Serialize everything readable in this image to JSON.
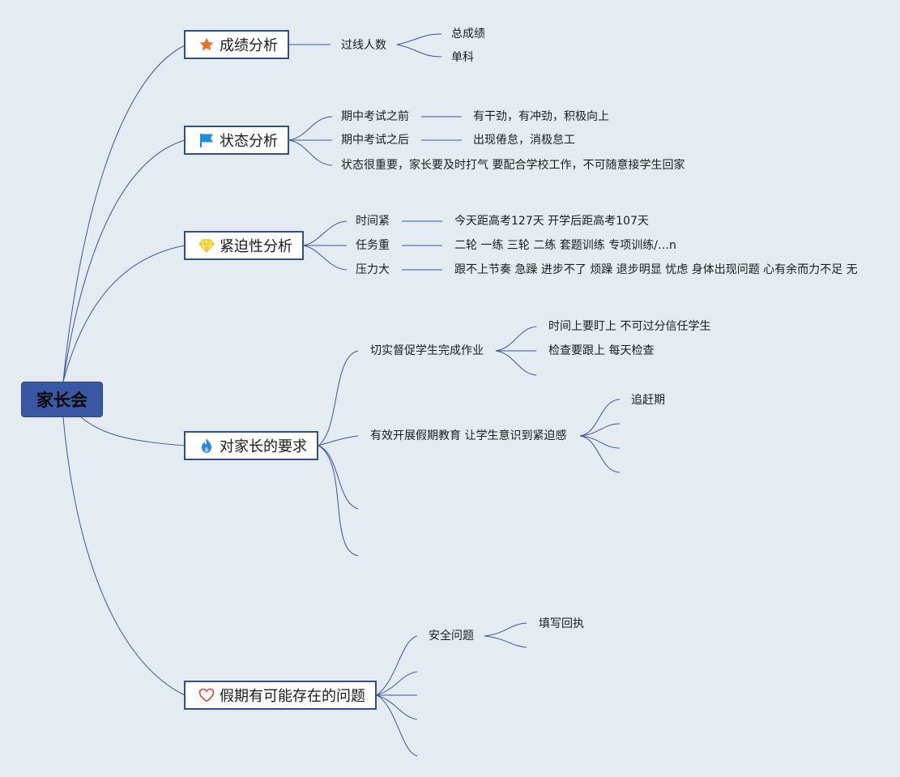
{
  "root": {
    "label": "家长会"
  },
  "branches": {
    "score": {
      "label": "成绩分析",
      "icon": "star-icon",
      "items": {
        "pass_count": "过线人数",
        "total": "总成绩",
        "single": "单科"
      }
    },
    "state": {
      "label": "状态分析",
      "icon": "flag-icon",
      "items": {
        "before_mid": "期中考试之前",
        "before_mid_detail": "有干劲，有冲劲，积极向上",
        "after_mid": "期中考试之后",
        "after_mid_detail": "出现倦怠，消极怠工",
        "importance": "状态很重要，家长要及时打气 要配合学校工作，不可随意接学生回家"
      }
    },
    "urgency": {
      "label": "紧迫性分析",
      "icon": "diamond-icon",
      "items": {
        "time": "时间紧",
        "time_detail": "今天距高考127天 开学后距高考107天",
        "task": "任务重",
        "task_detail": "二轮 一练 三轮 二练 套题训练 专项训练/…n",
        "pressure": "压力大",
        "pressure_detail": "跟不上节奏 急躁 进步不了 烦躁 退步明显 忧虑 身体出现问题 心有余而力不足 无"
      }
    },
    "parent": {
      "label": "对家长的要求",
      "icon": "flame-icon",
      "items": {
        "homework": "切实督促学生完成作业",
        "homework_time": "时间上要盯上 不可过分信任学生",
        "homework_check": "检查要跟上 每天检查",
        "holiday": "有效开展假期教育 让学生意识到紧迫感",
        "catch_up": "追赶期"
      }
    },
    "holiday": {
      "label": "假期有可能存在的问题",
      "icon": "heart-icon",
      "items": {
        "safety": "安全问题",
        "receipt": "填写回执"
      }
    }
  },
  "colors": {
    "background": "#e4ecf2",
    "root_fill": "#3a57a3",
    "line": "#3c5499",
    "border": "#2f4d8f",
    "star": "#e8702a",
    "flag": "#1a8fe0",
    "diamond": "#f2d22e",
    "flame": "#2a84e0",
    "heart": "#d9442b"
  }
}
